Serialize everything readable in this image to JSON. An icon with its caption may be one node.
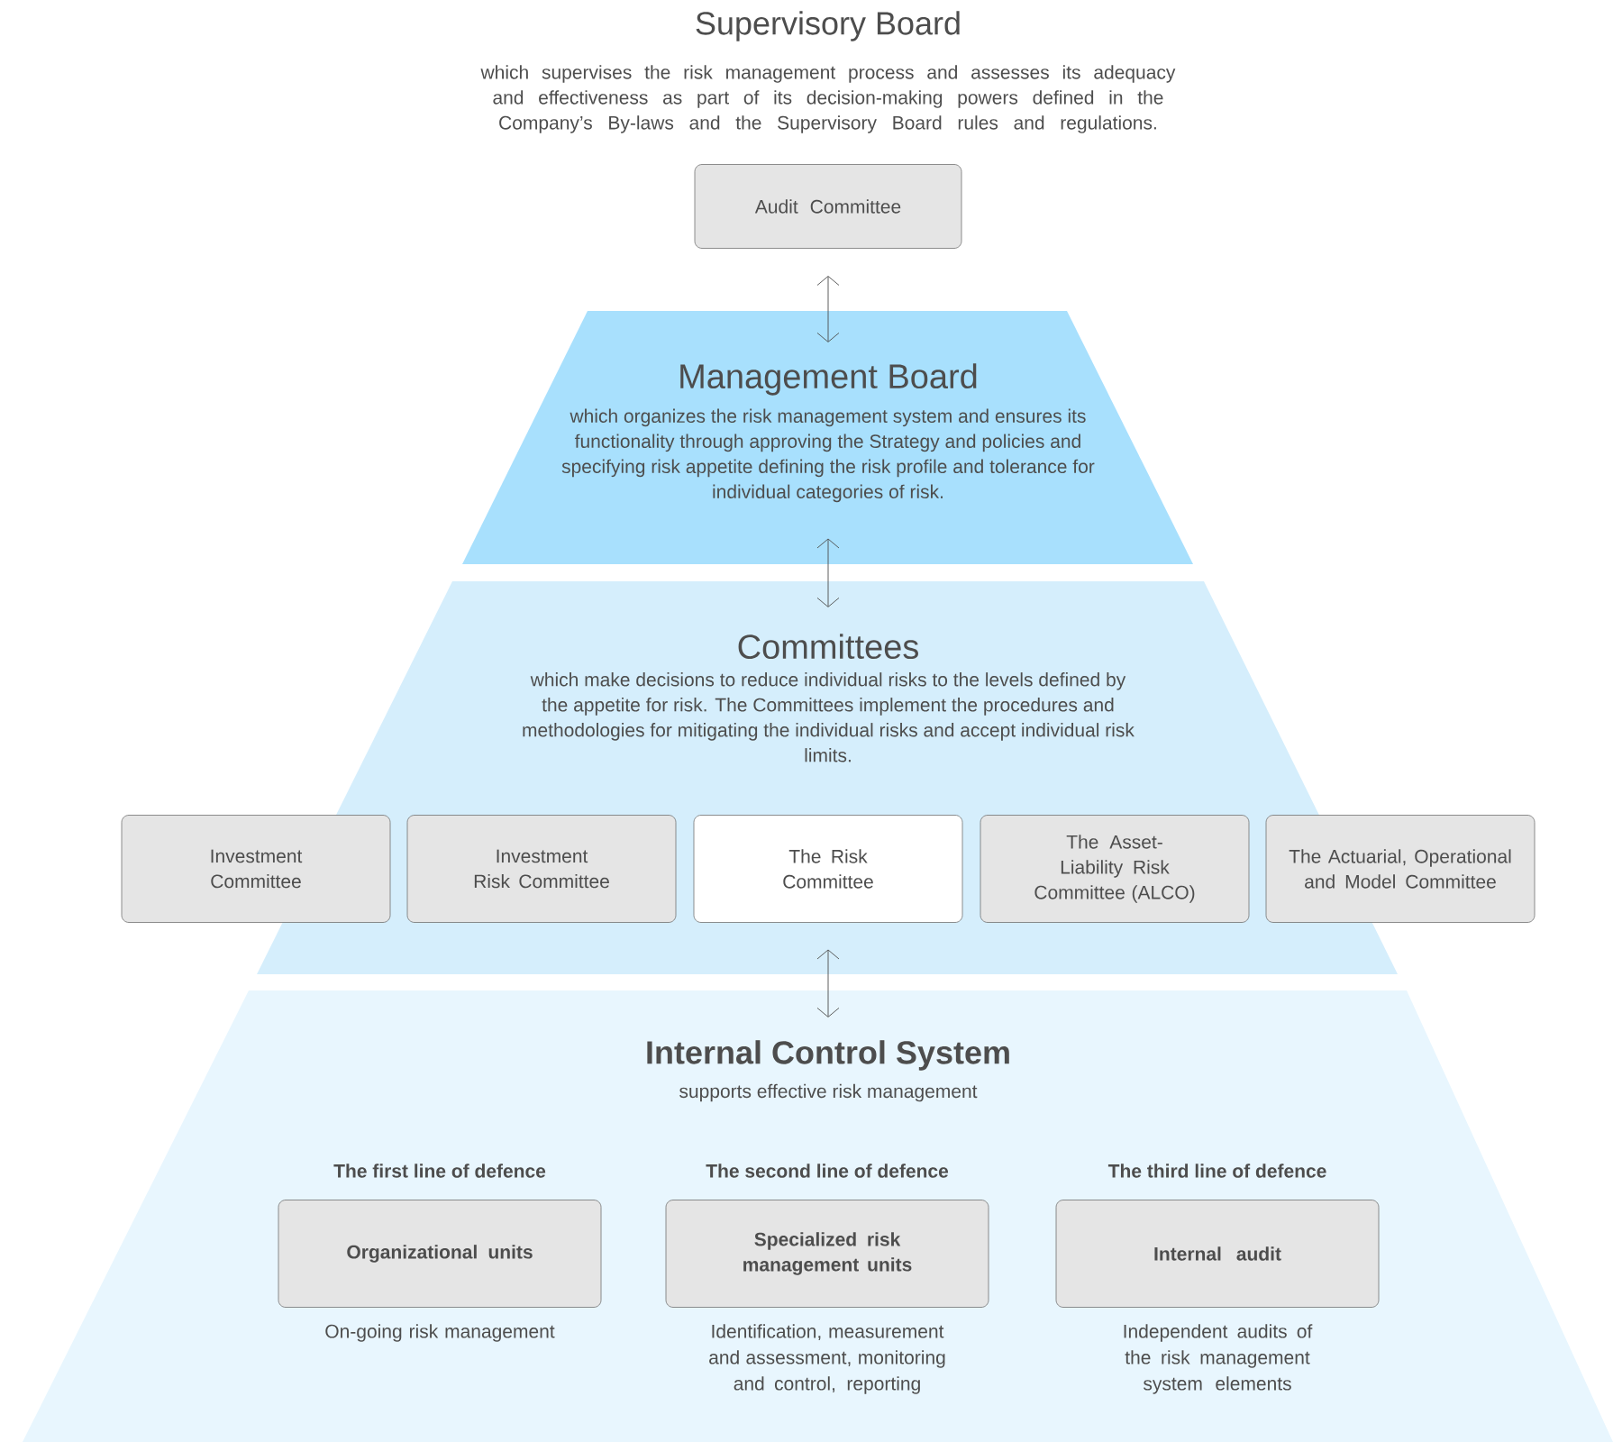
{
  "diagram": {
    "title": "Supervisory Board",
    "nodes": [
      {
        "text": [
          "Audit Committee"
        ]
      },
      {
        "text": [
          "Management Board",
          "which organizes the risk management system and ensures its functionality through approving the Strategy and policies and specifying risk appetite defining the risk profile and tolerance for individual categories of risk."
        ]
      },
      {
        "text": [
          "Committees",
          "which make decisions to reduce individual risks to the levels defined by the appetite  for risk. The Committees implement the procedures and methodologies for mitigating the individual risks and accept individual risk limits."
        ]
      },
      {
        "text": [
          "Investment Committee"
        ]
      },
      {
        "text": [
          "Investment Risk Committee"
        ],
        "in": 2
      },
      {
        "text": [
          "The Risk Committee"
        ],
        "in": 2
      },
      {
        "text": [
          "The Asset-Liability Risk Committee (ALCO)"
        ],
        "in": 2
      },
      {
        "text": [
          "The Actuarial, Operational and Model Committee"
        ]
      },
      {
        "text": [
          "Internal Control System",
          "supports effective risk management"
        ]
      },
      {
        "text": [
          "The first line of defence",
          "Organizational units"
        ],
        "in": 8,
        "beside": [
          "On-going risk management"
        ]
      },
      {
        "text": [
          "The second line of defence",
          "Specialized risk management units"
        ],
        "in": 8,
        "beside": [
          "Identification, measurement and assessment, monitoring and control, reporting"
        ]
      },
      {
        "text": [
          "The third line of defence",
          "Internal audit"
        ],
        "in": 8,
        "beside": [
          "Independent audits of the risk management system elements"
        ]
      }
    ],
    "edges": [
      {
        "from": 0,
        "to": 1,
        "arrow": "both"
      },
      {
        "from": 1,
        "to": 2,
        "arrow": "both"
      },
      {
        "from": 2,
        "to": 8,
        "arrow": "both"
      }
    ],
    "labels": [
      "which supervises the risk management process and assesses its adequacy and effectiveness as part of its decision-making powers defined in the Company’s By-laws and the Supervisory Board rules and regulations."
    ]
  }
}
